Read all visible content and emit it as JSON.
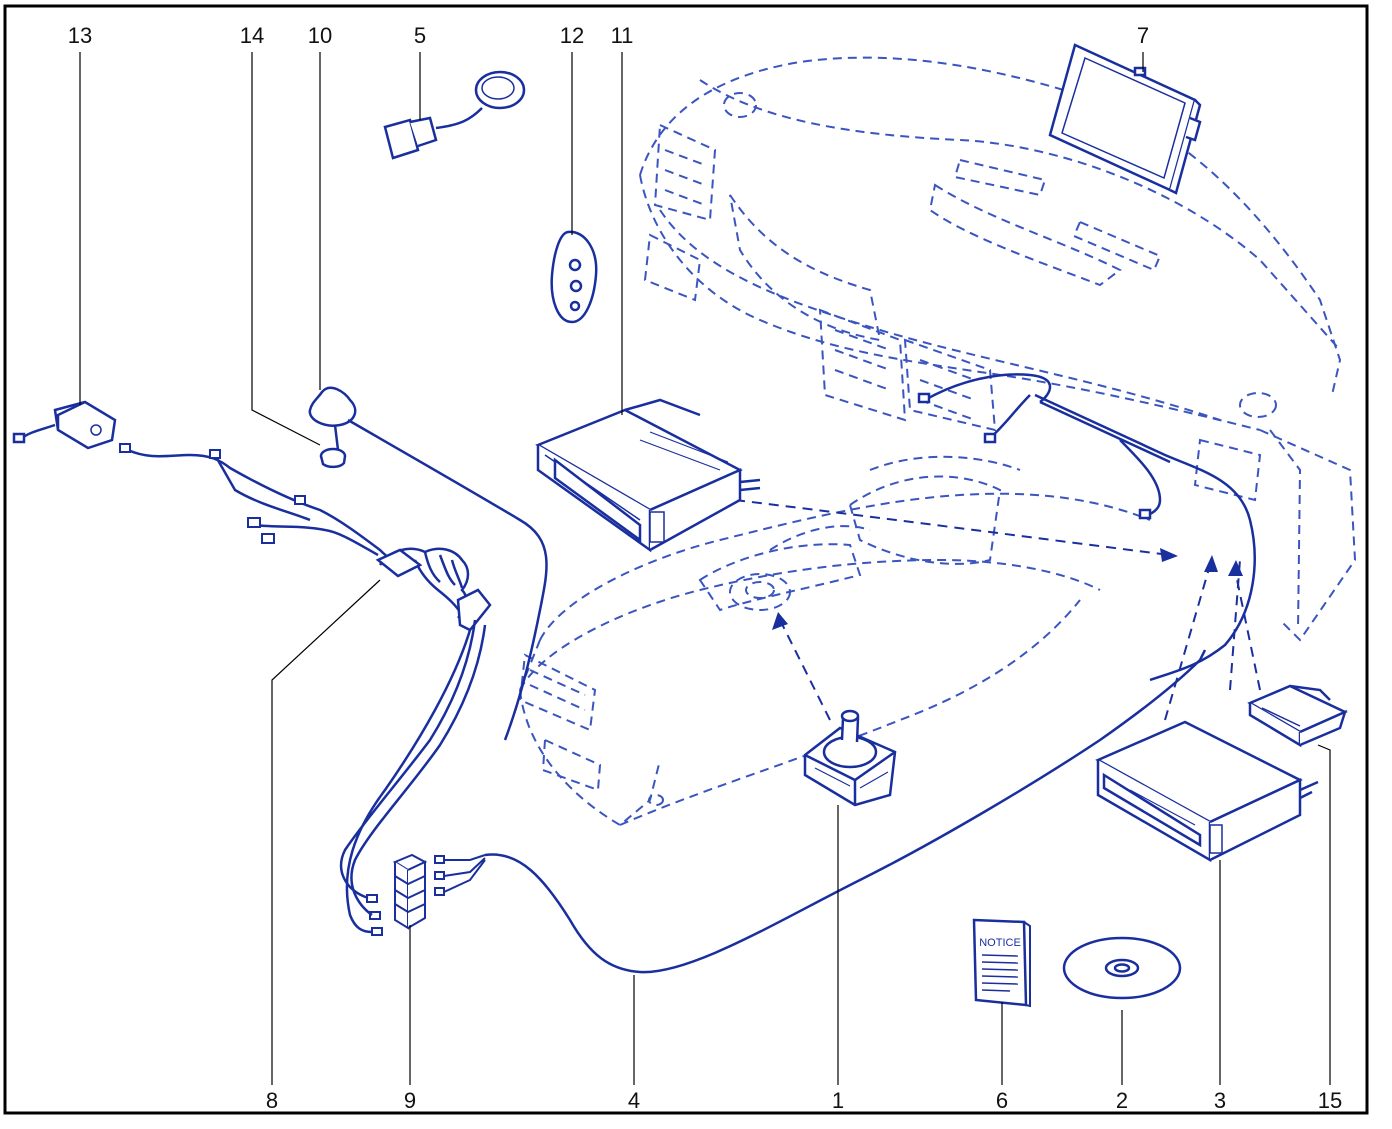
{
  "colors": {
    "ink": "#1a2f9e",
    "ghost": "#3a55c0",
    "frame": "#000000",
    "label": "#111111"
  },
  "callouts": {
    "top": [
      "13",
      "14",
      "10",
      "5",
      "12",
      "11",
      "7"
    ],
    "bottom": [
      "8",
      "9",
      "4",
      "1",
      "6",
      "2",
      "3",
      "15"
    ]
  },
  "notice_text": "NOTICE",
  "parts": [
    {
      "id": "1",
      "icon": "joystick-controller-icon"
    },
    {
      "id": "2",
      "icon": "disc-icon"
    },
    {
      "id": "3",
      "icon": "navigation-unit-icon"
    },
    {
      "id": "4",
      "icon": "cable-icon"
    },
    {
      "id": "5",
      "icon": "microphone-icon"
    },
    {
      "id": "6",
      "icon": "notice-booklet-icon"
    },
    {
      "id": "7",
      "icon": "display-screen-icon"
    },
    {
      "id": "8",
      "icon": "coiled-cable-icon"
    },
    {
      "id": "9",
      "icon": "connector-block-icon"
    },
    {
      "id": "10",
      "icon": "antenna-icon"
    },
    {
      "id": "11",
      "icon": "radio-unit-icon"
    },
    {
      "id": "12",
      "icon": "steering-control-icon"
    },
    {
      "id": "13",
      "icon": "module-icon"
    },
    {
      "id": "14",
      "icon": "antenna-base-icon"
    },
    {
      "id": "15",
      "icon": "control-module-icon"
    }
  ]
}
